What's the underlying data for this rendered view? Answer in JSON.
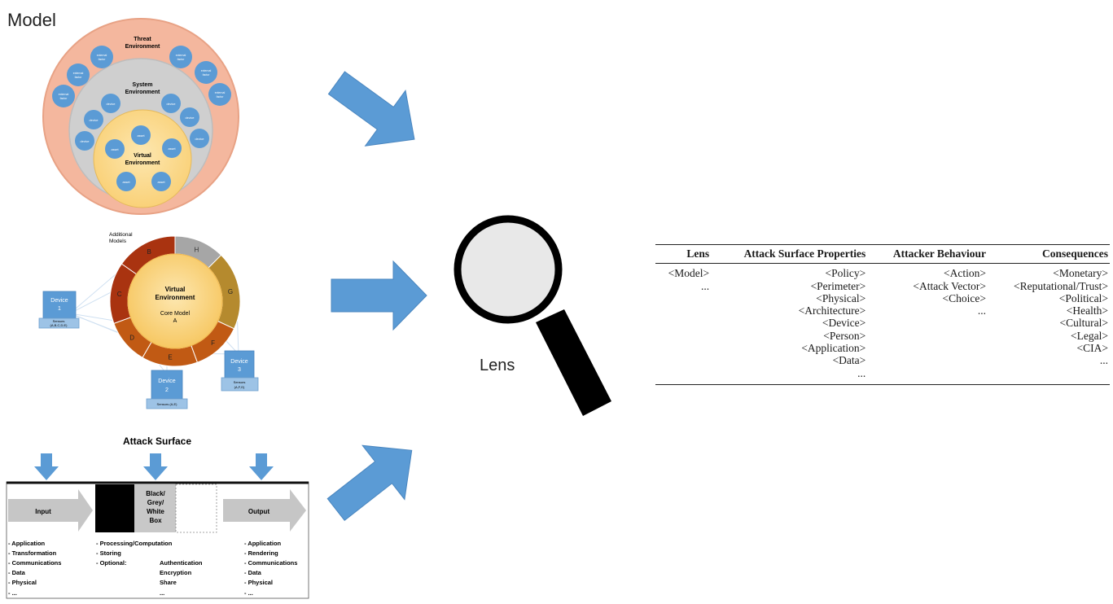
{
  "title": "Model",
  "lens_label": "Lens",
  "threat_model": {
    "threat_env": [
      "Threat",
      "Environment"
    ],
    "system_env": [
      "System",
      "Environment"
    ],
    "virtual_env": [
      "Virtual",
      "Environment"
    ],
    "external_factor": [
      "external",
      "factor"
    ],
    "device": "device",
    "asset": "asset"
  },
  "core_model": {
    "additional": [
      "Additional",
      "Models"
    ],
    "virtual": [
      "Virtual",
      "Environment"
    ],
    "core": "Core Model",
    "segments": [
      "A",
      "B",
      "C",
      "D",
      "E",
      "F",
      "G",
      "H"
    ],
    "devices": [
      {
        "name": [
          "Device",
          "1"
        ],
        "sensors": [
          "Sensors",
          "(A,B,C,D,E)"
        ]
      },
      {
        "name": [
          "Device",
          "2"
        ],
        "sensors": [
          "Sensors (A,E)"
        ]
      },
      {
        "name": [
          "Device",
          "3"
        ],
        "sensors": [
          "Sensors",
          "(A,F,G)"
        ]
      }
    ]
  },
  "attack_surface": {
    "title": "Attack Surface",
    "input": "Input",
    "output": "Output",
    "box": [
      "Black/",
      "Grey/",
      "White",
      "Box"
    ],
    "input_list": [
      "- Application",
      "- Transformation",
      "- Communications",
      "- Data",
      "- Physical",
      "- ..."
    ],
    "process_list": [
      "- Processing/Computation",
      "- Storing",
      "- Optional:"
    ],
    "optional_list": [
      "Authentication",
      "Encryption",
      "Share",
      "..."
    ],
    "output_list": [
      "- Application",
      "- Rendering",
      "- Communications",
      "- Data",
      "- Physical",
      "- ..."
    ]
  },
  "table": {
    "headers": [
      "Lens",
      "Attack Surface Properties",
      "Attacker Behaviour",
      "Consequences"
    ],
    "columns": [
      [
        "<Model>",
        "..."
      ],
      [
        "<Policy>",
        "<Perimeter>",
        "<Physical>",
        "<Architecture>",
        "<Device>",
        "<Person>",
        "<Application>",
        "<Data>",
        "..."
      ],
      [
        "<Action>",
        "<Attack Vector>",
        "<Choice>",
        "..."
      ],
      [
        "<Monetary>",
        "<Reputational/Trust>",
        "<Political>",
        "<Health>",
        "<Cultural>",
        "<Legal>",
        "<CIA>",
        "..."
      ]
    ]
  },
  "colors": {
    "threat": "#f4b79e",
    "system": "#cfcfcf",
    "virtual": "#fbd98a",
    "node": "#5b9bd5",
    "arrow": "#5b9bd5",
    "ring_dark": "#a93310",
    "ring_mid": "#c15a14",
    "ring_light": "#b58a2e",
    "ring_grey": "#a6a6a6"
  }
}
